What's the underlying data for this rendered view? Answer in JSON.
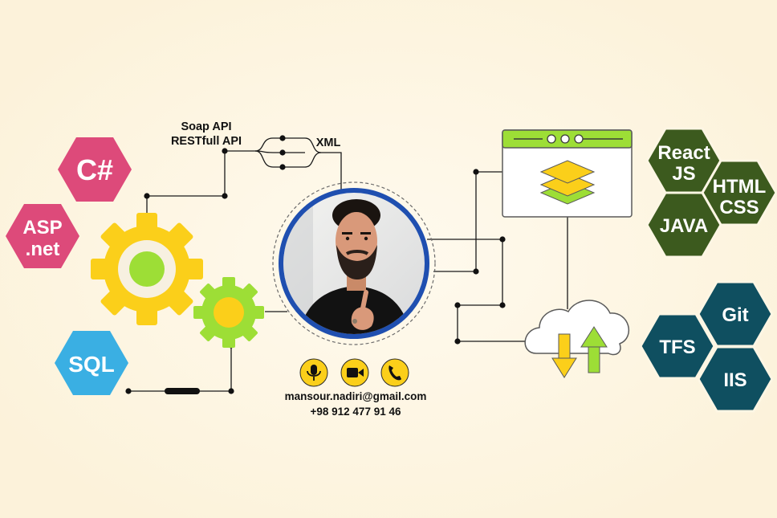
{
  "api": {
    "soap": "Soap API",
    "rest": "RESTfull API",
    "xml": "XML"
  },
  "hex_left": {
    "csharp": "C#",
    "asp_line1": "ASP",
    "asp_line2": ".net",
    "sql": "SQL"
  },
  "hex_right": {
    "react_line1": "React",
    "react_line2": "JS",
    "html_line1": "HTML",
    "html_line2": "CSS",
    "java": "JAVA",
    "git": "Git",
    "tfs": "TFS",
    "iis": "IIS"
  },
  "contact": {
    "email": "mansour.nadiri@gmail.com",
    "phone": "+98 912 477 91 46"
  },
  "icons": {
    "mic": "microphone-icon",
    "video": "video-camera-icon",
    "phone": "phone-icon"
  },
  "colors": {
    "background": "#fdf6e4",
    "pink": "#dd4a7a",
    "blue": "#3aafe3",
    "yellow": "#fbcf1a",
    "green": "#9dde36",
    "dark_green": "#3c5a1e",
    "teal": "#0f4f60",
    "photo_ring": "#1f4fb0"
  }
}
